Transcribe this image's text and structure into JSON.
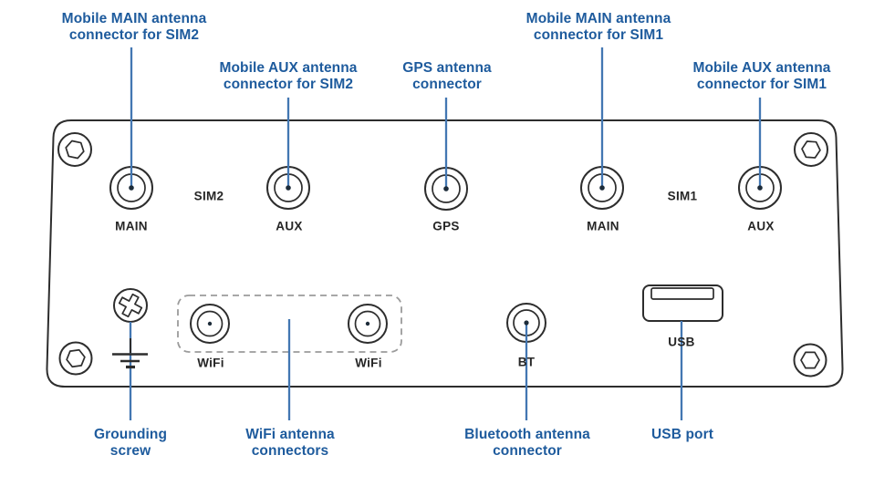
{
  "colors": {
    "label_blue": "#1e5b9d",
    "leader_blue": "#4377b2",
    "outline": "#2d2d2d",
    "panel_text": "#262626",
    "dashed_gray": "#9b9b9b",
    "dot": "#1d2c3a"
  },
  "callouts": {
    "top": [
      {
        "line1": "Mobile MAIN antenna",
        "line2": "connector for SIM2"
      },
      {
        "line1": "Mobile AUX antenna",
        "line2": "connector for SIM2"
      },
      {
        "line1": "GPS antenna",
        "line2": "connector"
      },
      {
        "line1": "Mobile MAIN antenna",
        "line2": "connector for SIM1"
      },
      {
        "line1": "Mobile AUX antenna",
        "line2": "connector for SIM1"
      }
    ],
    "bottom": [
      {
        "line1": "Grounding",
        "line2": "screw"
      },
      {
        "line1": "WiFi antenna",
        "line2": "connectors"
      },
      {
        "line1": "Bluetooth antenna",
        "line2": "connector"
      },
      {
        "line1": "USB port",
        "line2": ""
      }
    ]
  },
  "panel": {
    "sim2": "SIM2",
    "sim1": "SIM1",
    "connectors": {
      "main_sim2": "MAIN",
      "aux_sim2": "AUX",
      "gps": "GPS",
      "main_sim1": "MAIN",
      "aux_sim1": "AUX",
      "wifi_left": "WiFi",
      "wifi_right": "WiFi",
      "bt": "BT",
      "usb": "USB"
    }
  }
}
